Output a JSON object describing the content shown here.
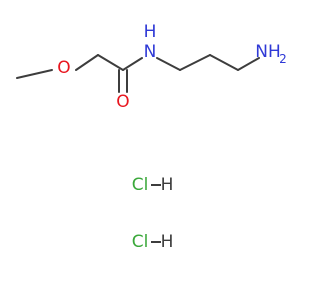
{
  "molecule": {
    "atoms": {
      "methoxy_o": "O",
      "amide_o": "O",
      "amide_n": "N",
      "amide_n_h": "H",
      "amine_nh2": "NH",
      "amine_nh2_sub": "2"
    },
    "salts": [
      {
        "cl": "Cl",
        "h": "H"
      },
      {
        "cl": "Cl",
        "h": "H"
      }
    ],
    "colors": {
      "bond": "#3d3d3d",
      "oxygen": "#e8161f",
      "nitrogen": "#2f39d6",
      "chlorine": "#3aa83a",
      "hydrogen": "#3d3d3d"
    }
  }
}
